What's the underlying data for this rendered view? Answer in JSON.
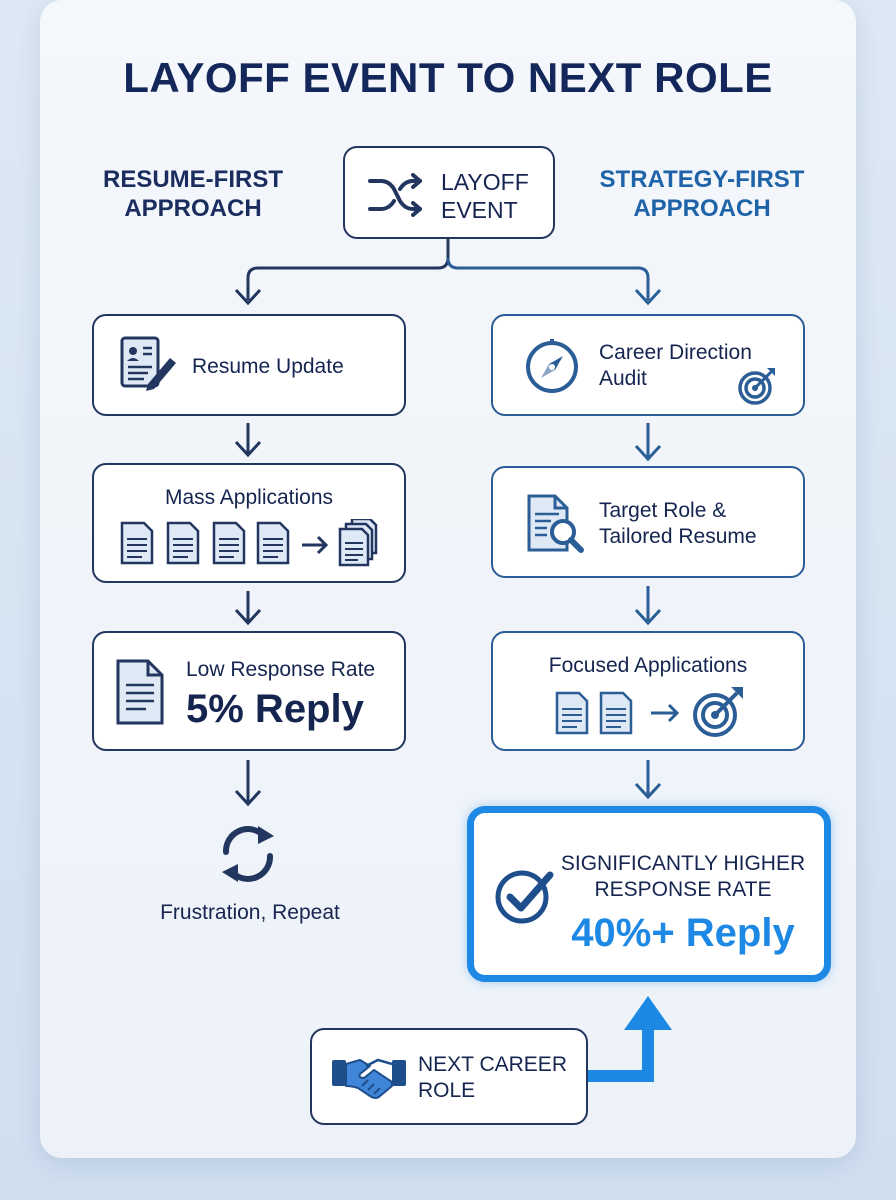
{
  "title": "LAYOFF EVENT TO NEXT ROLE",
  "left_column": {
    "header": [
      "RESUME-FIRST",
      "APPROACH"
    ],
    "steps": {
      "resume_update": "Resume Update",
      "mass_applications": "Mass Applications",
      "low_response_rate": "Low Response Rate",
      "low_reply": "5% Reply",
      "frustration": "Frustration, Repeat"
    }
  },
  "right_column": {
    "header": [
      "STRATEGY-FIRST",
      "APPROACH"
    ],
    "steps": {
      "career_direction": [
        "Career Direction",
        "Audit"
      ],
      "target_role": [
        "Target Role &",
        "Tailored Resume"
      ],
      "focused_applications": "Focused Applications",
      "higher_response": [
        "SIGNIFICANTLY HIGHER",
        "RESPONSE RATE"
      ],
      "high_reply": "40%+ Reply"
    }
  },
  "start_node": [
    "LAYOFF",
    "EVENT"
  ],
  "end_node": [
    "NEXT CAREER",
    "ROLE"
  ],
  "icons": {
    "start": "shuffle-icon",
    "resume_update": "resume-edit-icon",
    "mass_applications": "document-stack-icon",
    "low_response": "document-icon",
    "frustration": "refresh-cycle-icon",
    "career_direction": "compass-icon",
    "career_target": "target-icon",
    "target_role": "document-search-icon",
    "focused_applications": "target-icon",
    "higher_response": "check-circle-icon",
    "end": "handshake-icon"
  },
  "colors": {
    "navy": "#152550",
    "blue": "#2b5d96",
    "accent": "#1e88e5"
  }
}
